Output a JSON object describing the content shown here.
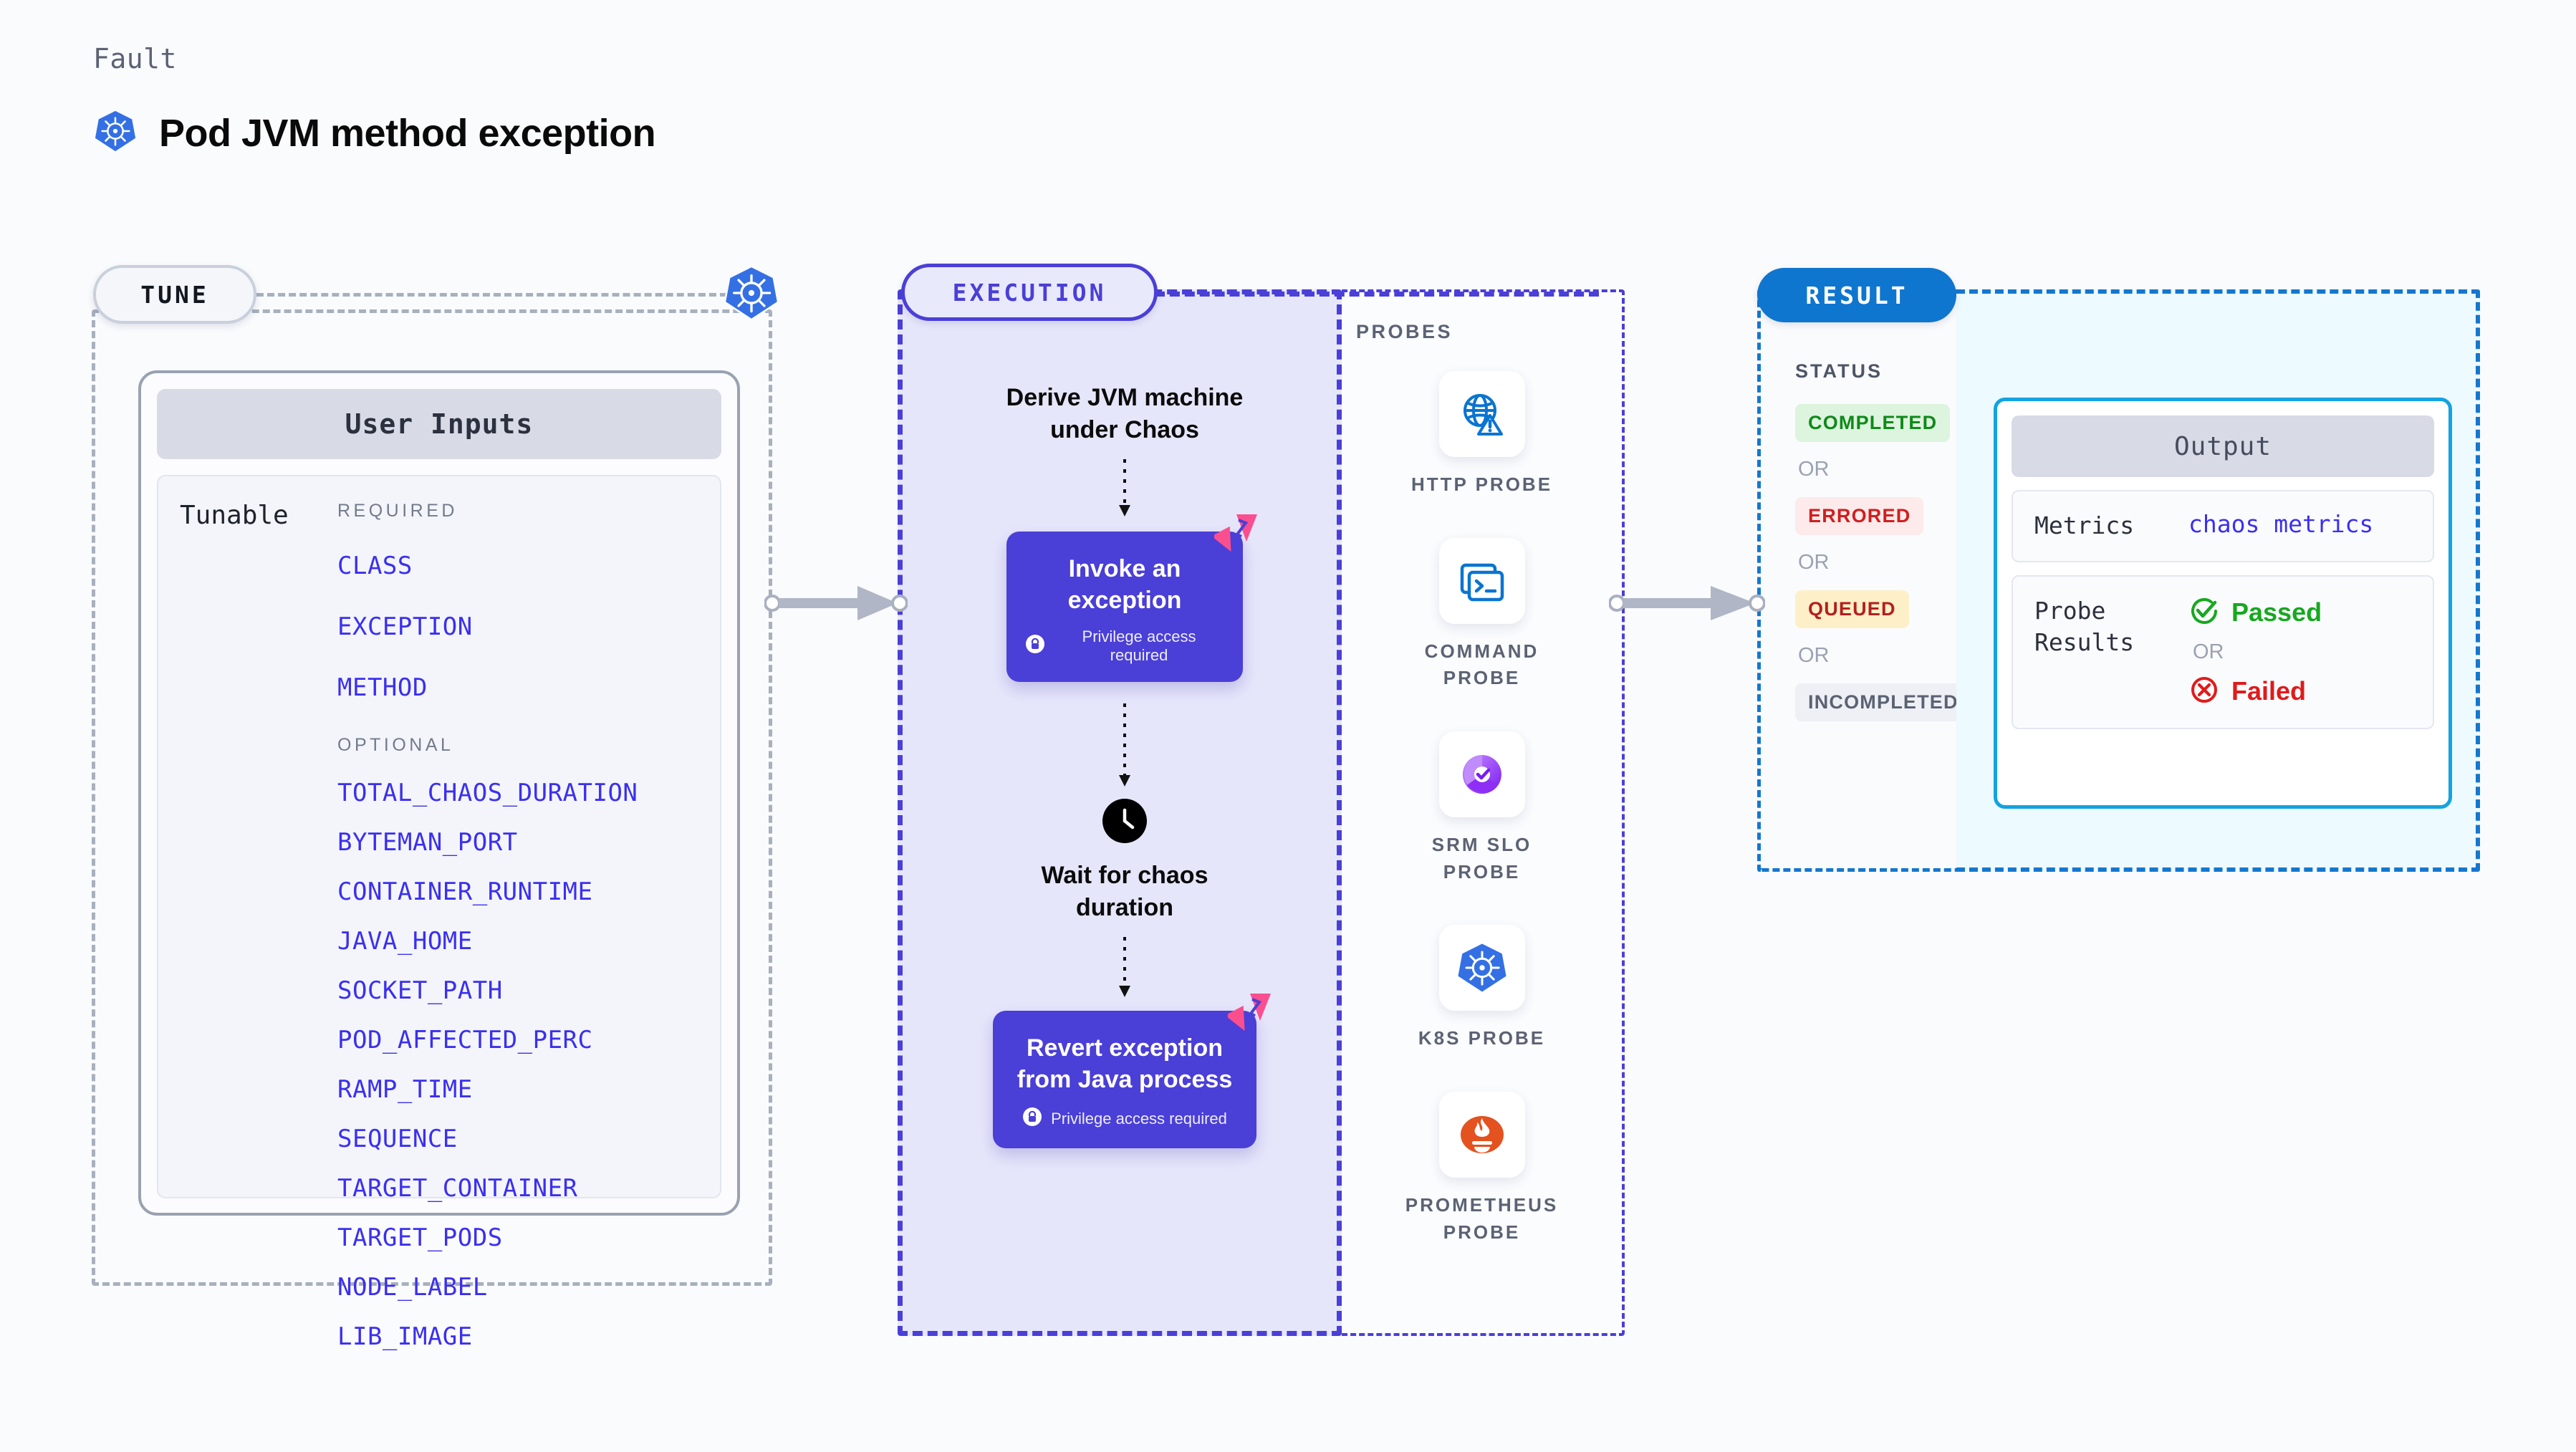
{
  "header": {
    "kicker": "Fault",
    "title": "Pod JVM method exception",
    "icon": "kubernetes-icon"
  },
  "tune": {
    "pill_label": "TUNE",
    "badge_icon": "kubernetes-icon",
    "card": {
      "header": "User Inputs",
      "row_label": "Tunable",
      "required_title": "REQUIRED",
      "required": [
        "CLASS",
        "EXCEPTION",
        "METHOD"
      ],
      "optional_title": "OPTIONAL",
      "optional": [
        "TOTAL_CHAOS_DURATION",
        "BYTEMAN_PORT",
        "CONTAINER_RUNTIME",
        "JAVA_HOME",
        "SOCKET_PATH",
        "POD_AFFECTED_PERC",
        "RAMP_TIME",
        "SEQUENCE",
        "TARGET_CONTAINER",
        "TARGET_PODS",
        "NODE_LABEL",
        "LIB_IMAGE"
      ]
    }
  },
  "execution": {
    "pill_label": "EXECUTION",
    "step1_caption": "Derive JVM machine\nunder Chaos",
    "block1": {
      "title": "Invoke an exception",
      "note": "Privilege access required",
      "badge_icon": "chaos-logo-icon",
      "lock_icon": "lock-icon"
    },
    "wait": {
      "icon": "clock-icon",
      "caption": "Wait for chaos\nduration"
    },
    "block2": {
      "title": "Revert exception\nfrom Java process",
      "note": "Privilege access required",
      "badge_icon": "chaos-logo-icon",
      "lock_icon": "lock-icon"
    }
  },
  "probes": {
    "section_label": "PROBES",
    "items": [
      {
        "label": "HTTP PROBE",
        "icon": "globe-warning-icon"
      },
      {
        "label": "COMMAND PROBE",
        "icon": "terminal-icon"
      },
      {
        "label": "SRM SLO PROBE",
        "icon": "srm-slo-icon"
      },
      {
        "label": "K8S PROBE",
        "icon": "kubernetes-icon"
      },
      {
        "label": "PROMETHEUS PROBE",
        "icon": "prometheus-icon"
      }
    ]
  },
  "result": {
    "pill_label": "RESULT",
    "status_label": "STATUS",
    "or_label": "OR",
    "statuses": [
      {
        "label": "COMPLETED",
        "bg": "#ddf4de",
        "fg": "#0f8a1a"
      },
      {
        "label": "ERRORED",
        "bg": "#fdeaea",
        "fg": "#cf1f1f"
      },
      {
        "label": "QUEUED",
        "bg": "#fdf0c8",
        "fg": "#b32020"
      },
      {
        "label": "INCOMPLETED",
        "bg": "#eef0f5",
        "fg": "#5b6273"
      }
    ],
    "output": {
      "header": "Output",
      "metrics_key": "Metrics",
      "metrics_value": "chaos metrics",
      "probe_key": "Probe\nResults",
      "passed": {
        "label": "Passed",
        "icon": "check-circle-icon",
        "color": "#17a81f"
      },
      "failed": {
        "label": "Failed",
        "icon": "x-circle-icon",
        "color": "#e01b1b"
      },
      "or_label": "OR"
    }
  },
  "colors": {
    "accent_indigo": "#4a3fd6",
    "param_blue": "#3b2ff0",
    "result_blue": "#0f76cf",
    "output_cyan": "#12a3e0",
    "chaos_pink": "#fa4f8f",
    "k8s_blue": "#3470e4"
  }
}
